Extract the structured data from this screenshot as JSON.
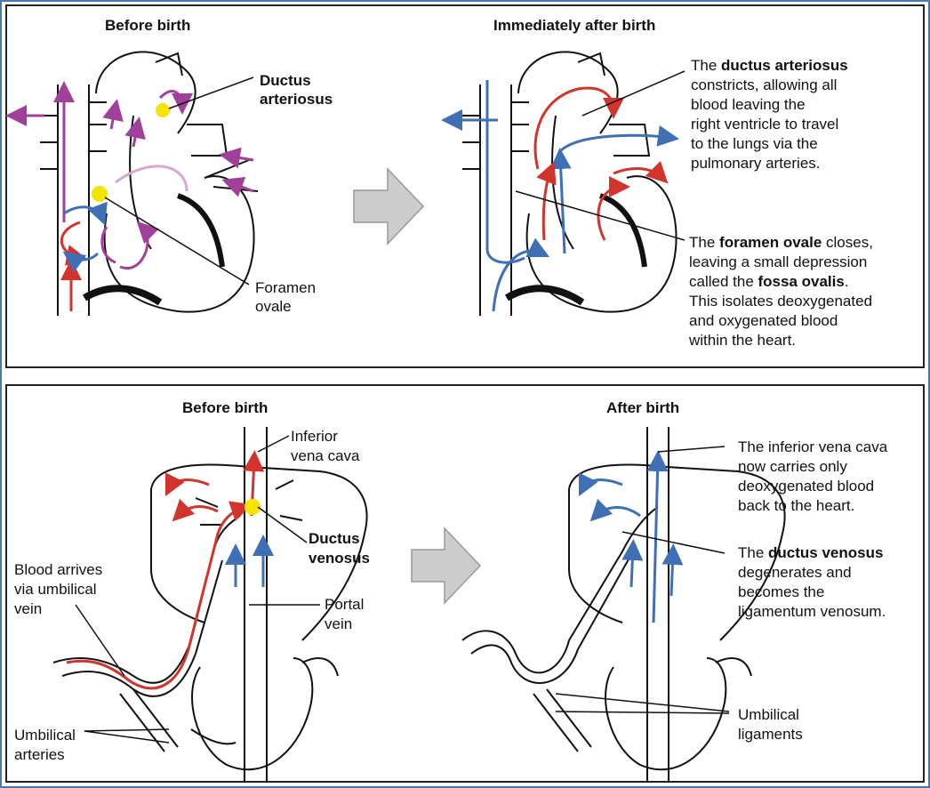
{
  "top": {
    "left_title": "Before birth",
    "right_title": "Immediately after birth",
    "label_ductus_1": "Ductus",
    "label_ductus_2": "arteriosus",
    "label_foramen_1": "Foramen",
    "label_foramen_2": "ovale",
    "da_note": {
      "l1_pre": "The ",
      "l1_bold": "ductus arteriosus",
      "l2": "constricts, allowing all",
      "l3": "blood leaving the",
      "l4": "right ventricle to travel",
      "l5": "to the lungs via the",
      "l6": "pulmonary arteries."
    },
    "fo_note": {
      "l1_pre": "The ",
      "l1_bold": "foramen ovale",
      "l1_post": " closes,",
      "l2": "leaving a small depression",
      "l3_pre": "called the ",
      "l3_bold": "fossa ovalis",
      "l3_post": ".",
      "l4": "This isolates deoxygenated",
      "l5": "and oxygenated blood",
      "l6": "within the heart."
    }
  },
  "bottom": {
    "left_title": "Before birth",
    "right_title": "After birth",
    "ivc_1": "Inferior",
    "ivc_2": "vena cava",
    "dv_1": "Ductus",
    "dv_2": "venosus",
    "portal_1": "Portal",
    "portal_2": "vein",
    "uv_1": "Blood arrives",
    "uv_2": "via umbilical",
    "uv_3": "vein",
    "ua_1": "Umbilical",
    "ua_2": "arteries",
    "ivc_note": {
      "l1": "The inferior vena cava",
      "l2": "now carries only",
      "l3": "deoxygenated blood",
      "l4": "back to the heart."
    },
    "dv_note": {
      "l1_pre": "The ",
      "l1_bold": "ductus venosus",
      "l2": "degenerates and",
      "l3": "becomes the",
      "l4": "ligamentum venosum."
    },
    "ul_1": "Umbilical",
    "ul_2": "ligaments"
  },
  "colors": {
    "oxygenated": "#d0342c",
    "deoxygenated": "#3f6fb5",
    "mixed": "#a0409a",
    "highlight": "#f5e400",
    "arrow_fill": "#cccccc",
    "frame": "#4a78b0"
  }
}
